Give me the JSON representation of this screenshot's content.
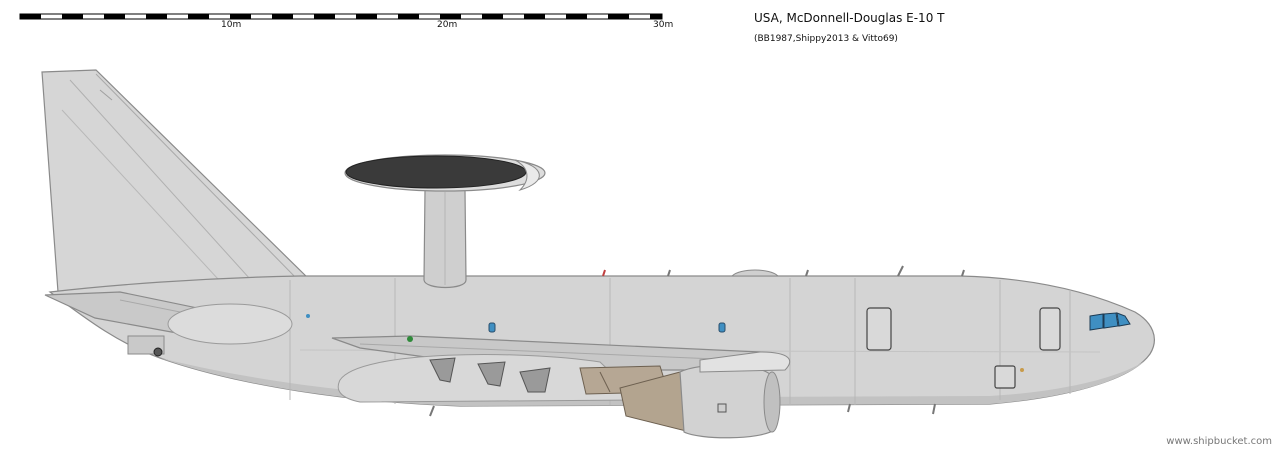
{
  "scale_bar": {
    "labels": [
      "10m",
      "20m",
      "30m"
    ]
  },
  "header": {
    "title": "USA, McDonnell-Douglas E-10 T",
    "credits": "(BB1987,Shippy2013 & Vitto69)"
  },
  "footer": {
    "watermark": "www.shipbucket.com"
  },
  "colors": {
    "fuselage": "#d4d4d4",
    "outline": "#8a8a8a",
    "radome": "#3a3a3a",
    "cockpit_glass": "#3f8fc2",
    "engine_bay": "#b6a794"
  }
}
